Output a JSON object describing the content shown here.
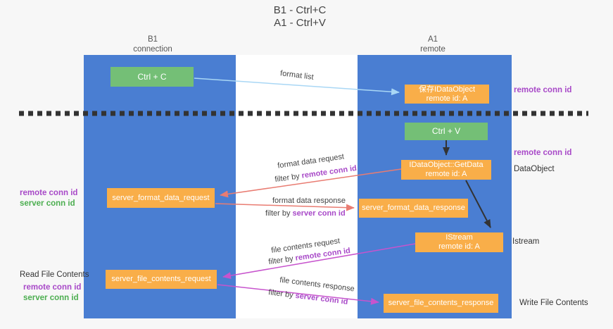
{
  "title": {
    "line1": "B1 - Ctrl+C",
    "line2": "A1 - Ctrl+V"
  },
  "lanes": {
    "left": {
      "name": "B1",
      "role": "connection"
    },
    "right": {
      "name": "A1",
      "role": "remote"
    }
  },
  "boxes": {
    "ctrl_c": {
      "label": "Ctrl + C"
    },
    "ctrl_v": {
      "label": "Ctrl + V"
    },
    "save_dataobject": {
      "line1": "保存IDataObject",
      "line2": "remote id: A"
    },
    "getdata": {
      "line1": "IDataObject::GetData",
      "line2": "remote id: A"
    },
    "istream": {
      "line1": "IStream",
      "line2": "remote id: A"
    },
    "format_request": {
      "label": "server_format_data_request"
    },
    "format_response": {
      "label": "server_format_data_response"
    },
    "file_request": {
      "label": "server_file_contents_request"
    },
    "file_response": {
      "label": "server_file_contents_response"
    }
  },
  "flow_labels": {
    "format_list": "format list",
    "format_data_request": "format data request",
    "format_data_response": "format data response",
    "file_contents_request": "file contents request",
    "file_contents_response": "file contents response",
    "filter_by": "filter by ",
    "remote_conn_id": "remote conn id",
    "server_conn_id": "server conn id"
  },
  "annotations": {
    "remote_conn_id_top": "remote conn id",
    "remote_conn_id_mid": "remote conn id",
    "dataobject": "DataObject",
    "istream": "Istream",
    "write_file_contents": "Write File Contents",
    "read_file_contents": "Read File Contents",
    "left_remote_conn_id_1": "remote conn id",
    "left_server_conn_id_1": "server conn id",
    "left_remote_conn_id_2": "remote conn id",
    "left_server_conn_id_2": "server conn id"
  },
  "colors": {
    "lane_fill": "#4a7ed2",
    "box_orange": "#f9ae49",
    "box_green": "#74bf76",
    "arrow_lightblue": "#a9d7f5",
    "arrow_red": "#e97c72",
    "arrow_magenta": "#c754cd",
    "arrow_black": "#333333",
    "text_purple": "#a849c8",
    "text_green": "#4cae50"
  }
}
